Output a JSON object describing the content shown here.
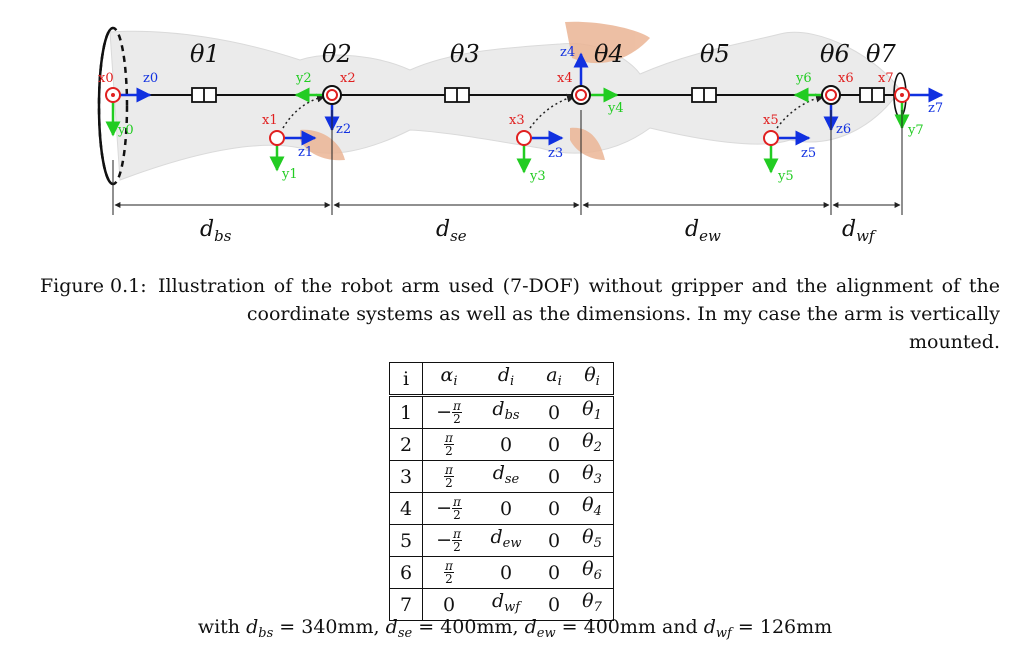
{
  "figure": {
    "joint_labels": [
      "θ1",
      "θ2",
      "θ3",
      "θ4",
      "θ5",
      "θ6",
      "θ7"
    ],
    "frames": [
      {
        "x": "x0",
        "y": "y0",
        "z": "z0"
      },
      {
        "x": "x1",
        "y": "y1",
        "z": "z1"
      },
      {
        "x": "x2",
        "y": "y2",
        "z": "z2"
      },
      {
        "x": "x3",
        "y": "y3",
        "z": "z3"
      },
      {
        "x": "x4",
        "y": "y4",
        "z": "z4"
      },
      {
        "x": "x5",
        "y": "y5",
        "z": "z5"
      },
      {
        "x": "x6",
        "y": "y6",
        "z": "z6"
      },
      {
        "x": "x7",
        "y": "y7",
        "z": "z7"
      }
    ],
    "dimensions": [
      "dbs",
      "dse",
      "dew",
      "dwf"
    ],
    "colors": {
      "x": "#e02020",
      "y": "#22cc22",
      "z": "#1030e0",
      "arm": "#e8e8e8",
      "accent": "#e8b090"
    }
  },
  "caption": {
    "label": "Figure 0.1:",
    "line1": "Illustration of the robot arm used (7-DOF) without gripper and the alignment of the",
    "line2": "coordinate systems as well as the dimensions. In my case the arm is vertically mounted."
  },
  "table": {
    "header": [
      "i",
      "αi",
      "di",
      "ai",
      "θi"
    ],
    "rows": [
      [
        "1",
        "-π/2",
        "dbs",
        "0",
        "θ1"
      ],
      [
        "2",
        "π/2",
        "0",
        "0",
        "θ2"
      ],
      [
        "3",
        "π/2",
        "dse",
        "0",
        "θ3"
      ],
      [
        "4",
        "-π/2",
        "0",
        "0",
        "θ4"
      ],
      [
        "5",
        "-π/2",
        "dew",
        "0",
        "θ5"
      ],
      [
        "6",
        "π/2",
        "0",
        "0",
        "θ6"
      ],
      [
        "7",
        "0",
        "dwf",
        "0",
        "θ7"
      ]
    ]
  },
  "footnote": {
    "with": "with",
    "values": [
      "= 340mm,",
      "= 400mm,",
      "= 400mm",
      "= 126mm"
    ],
    "and": "and"
  }
}
